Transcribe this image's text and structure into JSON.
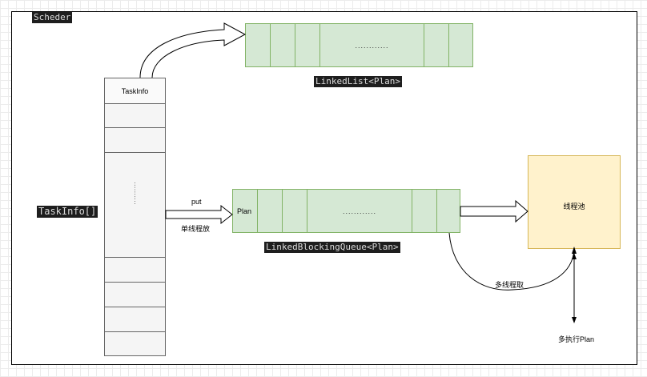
{
  "title": "Scheder",
  "task_array_label": "TaskInfo[]",
  "task_column": {
    "header": "TaskInfo",
    "ellipsis": "· · · · · · · · · ·"
  },
  "linked_list": {
    "label": "LinkedList<Plan>",
    "dots": "............"
  },
  "blocking_queue": {
    "label": "LinkedBlockingQueue<Plan>",
    "first_cell": "Plan",
    "dots": "............"
  },
  "put_arrow": {
    "top_label": "put",
    "bottom_label": "单线程放"
  },
  "thread_pool": {
    "label": "线程池"
  },
  "multi_take_label": "多线程取",
  "multi_exec_label": "多执行Plan",
  "colors": {
    "green_fill": "#d5e8d4",
    "green_stroke": "#82b366",
    "yellow_fill": "#fff2cc",
    "yellow_stroke": "#d6b656",
    "code_bg": "#1e1e1e"
  }
}
